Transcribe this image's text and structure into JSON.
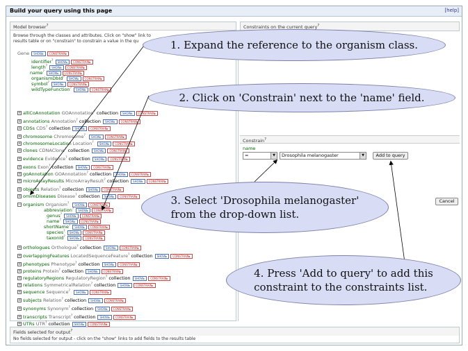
{
  "window": {
    "title": "Build your query using this page",
    "help": "[help]"
  },
  "model_browser": {
    "heading": "Model browser",
    "description_1": "Browse through the classes and attributes. Click on \"show\" link to",
    "description_2": "results table or on \"constrain\" to constrain a value in the qu",
    "root": "Gene",
    "show_label": "SHOW▸",
    "constrain_label": "CONSTRAIN▸",
    "gene_fields": [
      "identifier",
      "length",
      "name",
      "organismDbId",
      "symbol",
      "wildTypeFunction"
    ],
    "references": [
      {
        "name": "alliCoAnnotation",
        "cls": "GOAnnotation",
        "kind": "collection"
      },
      {
        "name": "annotations",
        "cls": "Annotation",
        "kind": "collection"
      },
      {
        "name": "CDSs",
        "cls": "CDS",
        "kind": "collection"
      },
      {
        "name": "chromosome",
        "cls": "Chromosome",
        "kind": ""
      },
      {
        "name": "chromosomeLocation",
        "cls": "Location",
        "kind": ""
      },
      {
        "name": "clones",
        "cls": "CDNAClone",
        "kind": "collection"
      },
      {
        "name": "evidence",
        "cls": "Evidence",
        "kind": "collection"
      },
      {
        "name": "exons",
        "cls": "Exon",
        "kind": "collection"
      },
      {
        "name": "goAnnotation",
        "cls": "GOAnnotation",
        "kind": "collection"
      },
      {
        "name": "microArrayResults",
        "cls": "MicroArrayResult",
        "kind": "collection"
      },
      {
        "name": "objects",
        "cls": "Relation",
        "kind": "collection"
      },
      {
        "name": "omimDiseases",
        "cls": "Disease",
        "kind": "collection"
      }
    ],
    "organism": {
      "name": "organism",
      "cls": "Organism",
      "fields": [
        "abbreviation",
        "genus",
        "name",
        "shortName",
        "species",
        "taxonId"
      ]
    },
    "references_2": [
      {
        "name": "orthologues",
        "cls": "Orthologue",
        "kind": "collection"
      },
      {
        "name": "overlappingFeatures",
        "cls": "LocatedSequenceFeature",
        "kind": "collection"
      },
      {
        "name": "phenotypes",
        "cls": "Phenotype",
        "kind": "collection"
      },
      {
        "name": "proteins",
        "cls": "Protein",
        "kind": "collection"
      },
      {
        "name": "regulatoryRegions",
        "cls": "RegulatoryRegion",
        "kind": "collection"
      },
      {
        "name": "relations",
        "cls": "SymmetricalRelation",
        "kind": "collection"
      },
      {
        "name": "sequence",
        "cls": "Sequence",
        "kind": ""
      },
      {
        "name": "subjects",
        "cls": "Relation",
        "kind": "collection"
      },
      {
        "name": "synonyms",
        "cls": "Synonym",
        "kind": "collection"
      },
      {
        "name": "transcripts",
        "cls": "Transcript",
        "kind": "collection"
      },
      {
        "name": "UTRs",
        "cls": "UTR",
        "kind": "collection"
      }
    ]
  },
  "constraints": {
    "heading": "Constraints on the current query",
    "constrain_heading": "Constrain",
    "field_label": "name",
    "operator": "=",
    "value": "Drosophila melanogaster",
    "add_button": "Add to query",
    "cancel_button": "Cancel"
  },
  "fields_output": {
    "heading": "Fields selected for output",
    "message": "No fields selected for output - click on the \"show\" links to add fields to the results table"
  },
  "callouts": [
    "1. Expand the reference to the organism class.",
    "2. Click on 'Constrain' next to the 'name' field.",
    "3. Select 'Drosophila melanogaster'",
    "from the drop-down list.",
    "4. Press 'Add to query' to add this",
    "constraint to the constraints list."
  ]
}
